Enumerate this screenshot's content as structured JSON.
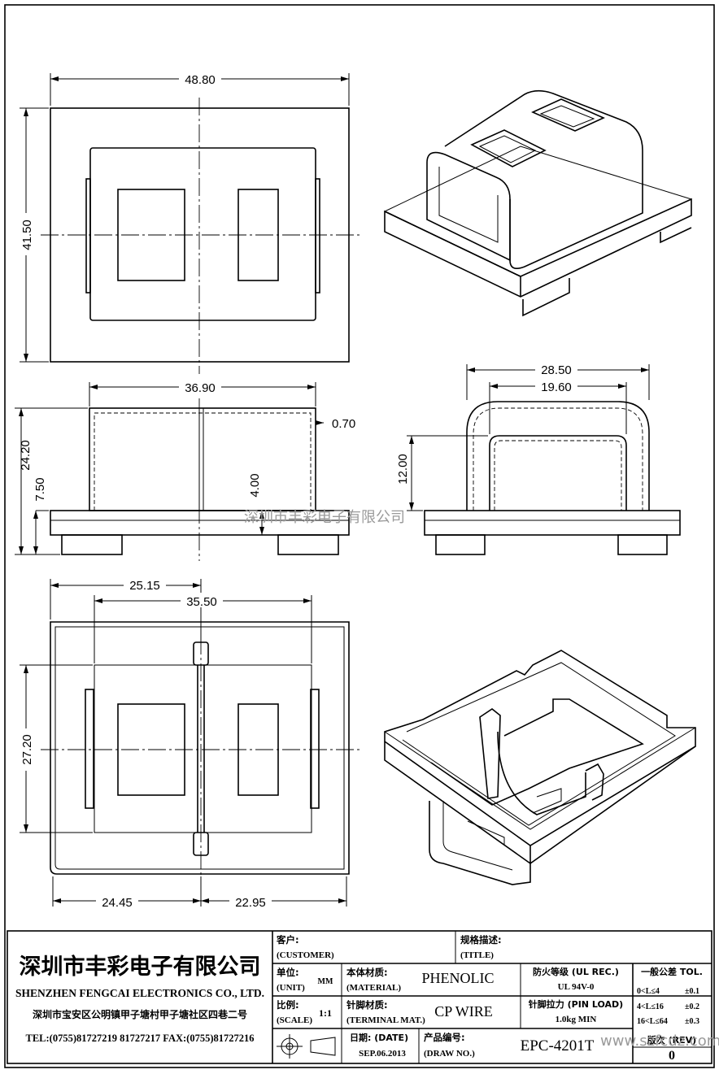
{
  "dimensions": {
    "top_width": "48.80",
    "top_height": "41.50",
    "front_width": "36.90",
    "wall": "0.70",
    "front_height": "24.20",
    "base_height": "7.50",
    "slot_depth": "4.00",
    "side_outer": "28.50",
    "side_inner": "19.60",
    "side_height": "12.00",
    "bottom_left_offset": "25.15",
    "bottom_width": "35.50",
    "bottom_height": "27.20",
    "bottom_left": "24.45",
    "bottom_right": "22.95"
  },
  "watermark": "深圳市丰彩电子有限公司",
  "site_watermark": "www.szfcdz.com",
  "title_block": {
    "company_cn": "深圳市丰彩电子有限公司",
    "company_en": "SHENZHEN FENGCAI ELECTRONICS CO., LTD.",
    "address": "深圳市宝安区公明镇甲子塘村甲子塘社区四巷二号",
    "contact": "TEL:(0755)81727219  81727217    FAX:(0755)81727216",
    "customer_label_cn": "客户:",
    "customer_label_en": "(CUSTOMER)",
    "title_label_cn": "规格描述:",
    "title_label_en": "(TITLE)",
    "unit_label_cn": "单位:",
    "unit_label_en": "(UNIT)",
    "unit_value": "MM",
    "material_label_cn": "本体材质:",
    "material_label_en": "(MATERIAL)",
    "material_value": "PHENOLIC",
    "fire_label": "防火等级 (UL REC.)",
    "fire_value": "UL 94V-0",
    "tol_label": "一般公差 TOL.",
    "tol_rows": [
      {
        "range": "0<L≤4",
        "value": "±0.1"
      },
      {
        "range": "4<L≤16",
        "value": "±0.2"
      },
      {
        "range": "16<L≤64",
        "value": "±0.3"
      }
    ],
    "scale_label_cn": "比例:",
    "scale_label_en": "(SCALE)",
    "scale_value": "1:1",
    "terminal_label_cn": "针脚材质:",
    "terminal_label_en": "(TERMINAL MAT.)",
    "terminal_value": "CP WIRE",
    "pin_label": "针脚拉力 (PIN LOAD)",
    "pin_value": "1.0kg MIN",
    "date_label": "日期:  (DATE)",
    "date_value": "SEP.06.2013",
    "drawno_label_cn": "产品编号:",
    "drawno_label_en": "(DRAW NO.)",
    "drawno_value": "EPC-4201T",
    "rev_label": "版次 (REV)",
    "rev_value": "0"
  }
}
